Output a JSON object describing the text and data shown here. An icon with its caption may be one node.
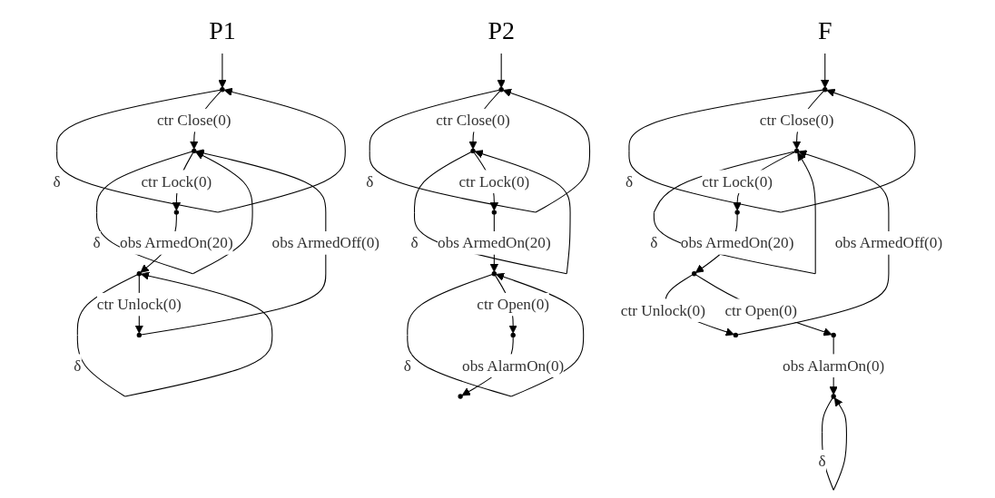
{
  "diagram": {
    "nodes": [
      {
        "text": [
          "P1"
        ]
      },
      {
        "text": [],
        "shape": "circle"
      },
      {
        "text": [],
        "shape": "circle"
      },
      {
        "text": [],
        "shape": "circle"
      },
      {
        "text": [],
        "shape": "circle"
      },
      {
        "text": [],
        "shape": "circle"
      },
      {
        "text": [
          "P2"
        ]
      },
      {
        "text": [],
        "shape": "circle"
      },
      {
        "text": [],
        "shape": "circle"
      },
      {
        "text": [],
        "shape": "circle"
      },
      {
        "text": [],
        "shape": "circle"
      },
      {
        "text": [],
        "shape": "circle"
      },
      {
        "text": [],
        "shape": "circle"
      },
      {
        "text": [
          "F"
        ]
      },
      {
        "text": [],
        "shape": "circle"
      },
      {
        "text": [],
        "shape": "circle"
      },
      {
        "text": [],
        "shape": "circle"
      },
      {
        "text": [],
        "shape": "circle"
      },
      {
        "text": [],
        "shape": "circle"
      },
      {
        "text": [],
        "shape": "circle"
      },
      {
        "text": [],
        "shape": "circle"
      }
    ],
    "edges": [
      {
        "from": 0,
        "to": 1,
        "arrow": "to"
      },
      {
        "from": 1,
        "to": 1,
        "arrow": "to",
        "label": "δ"
      },
      {
        "from": 1,
        "to": 2,
        "arrow": "to",
        "label": "ctr Close(0)"
      },
      {
        "from": 2,
        "to": 2,
        "arrow": "to",
        "label": "δ"
      },
      {
        "from": 2,
        "to": 4,
        "arrow": "to",
        "label": "ctr Lock(0)"
      },
      {
        "from": 4,
        "to": 5,
        "arrow": "to",
        "label": "obs ArmedOn(20)"
      },
      {
        "from": 5,
        "to": 5,
        "arrow": "to",
        "label": "δ"
      },
      {
        "from": 5,
        "to": 3,
        "arrow": "to",
        "label": "ctr Unlock(0)"
      },
      {
        "from": 3,
        "to": 2,
        "arrow": "to",
        "label": "obs ArmedOff(0)"
      },
      {
        "from": 6,
        "to": 7,
        "arrow": "to"
      },
      {
        "from": 7,
        "to": 7,
        "arrow": "to",
        "label": "δ"
      },
      {
        "from": 7,
        "to": 8,
        "arrow": "to",
        "label": "ctr Close(0)"
      },
      {
        "from": 8,
        "to": 8,
        "arrow": "to",
        "label": "δ"
      },
      {
        "from": 8,
        "to": 9,
        "arrow": "to",
        "label": "ctr Lock(0)"
      },
      {
        "from": 9,
        "to": 10,
        "arrow": "to",
        "label": "obs ArmedOn(20)"
      },
      {
        "from": 10,
        "to": 10,
        "arrow": "to",
        "label": "δ"
      },
      {
        "from": 10,
        "to": 11,
        "arrow": "to",
        "label": "ctr Open(0)"
      },
      {
        "from": 11,
        "to": 12,
        "arrow": "to",
        "label": "obs AlarmOn(0)"
      },
      {
        "from": 13,
        "to": 14,
        "arrow": "to"
      },
      {
        "from": 14,
        "to": 14,
        "arrow": "to",
        "label": "δ"
      },
      {
        "from": 14,
        "to": 15,
        "arrow": "to",
        "label": "ctr Close(0)"
      },
      {
        "from": 15,
        "to": 15,
        "arrow": "to",
        "label": "δ"
      },
      {
        "from": 15,
        "to": 17,
        "arrow": "to",
        "label": "ctr Lock(0)"
      },
      {
        "from": 17,
        "to": 18,
        "arrow": "to",
        "label": "obs ArmedOn(20)"
      },
      {
        "from": 18,
        "to": 16,
        "arrow": "to",
        "label": "ctr Unlock(0)"
      },
      {
        "from": 16,
        "to": 15,
        "arrow": "to",
        "label": "obs ArmedOff(0)"
      },
      {
        "from": 18,
        "to": 19,
        "arrow": "to",
        "label": "ctr Open(0)"
      },
      {
        "from": 19,
        "to": 20,
        "arrow": "to",
        "label": "obs AlarmOn(0)"
      },
      {
        "from": 20,
        "to": 20,
        "arrow": "to",
        "label": "δ"
      }
    ]
  }
}
